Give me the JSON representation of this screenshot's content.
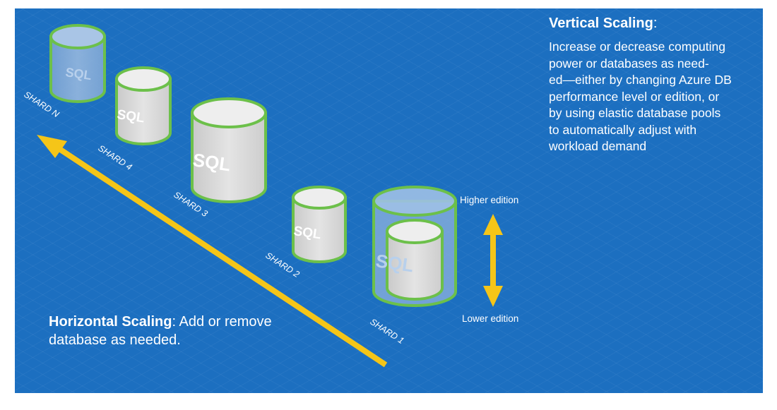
{
  "vertical": {
    "title": "Vertical Scaling",
    "title_suffix": ":",
    "body": "Increase or decrease computing\npower or databases  as need-\ned—either by changing Azure DB\nperformance level or edition, or\nby using elastic database pools\nto automatically adjust with\nworkload demand"
  },
  "horizontal": {
    "title": "Horizontal Scaling",
    "body": ": Add or remove database as needed."
  },
  "shards": {
    "n": "SHARD N",
    "s4": "SHARD 4",
    "s3": "SHARD 3",
    "s2": "SHARD 2",
    "s1": "SHARD 1"
  },
  "db_label": "SQL",
  "editions": {
    "higher": "Higher edition",
    "lower": "Lower edition"
  },
  "colors": {
    "background": "#1c6fc0",
    "arrow": "#f5c518",
    "cylinder_stroke": "#6cc04a",
    "cylinder_fill": "#d6d6d6"
  }
}
